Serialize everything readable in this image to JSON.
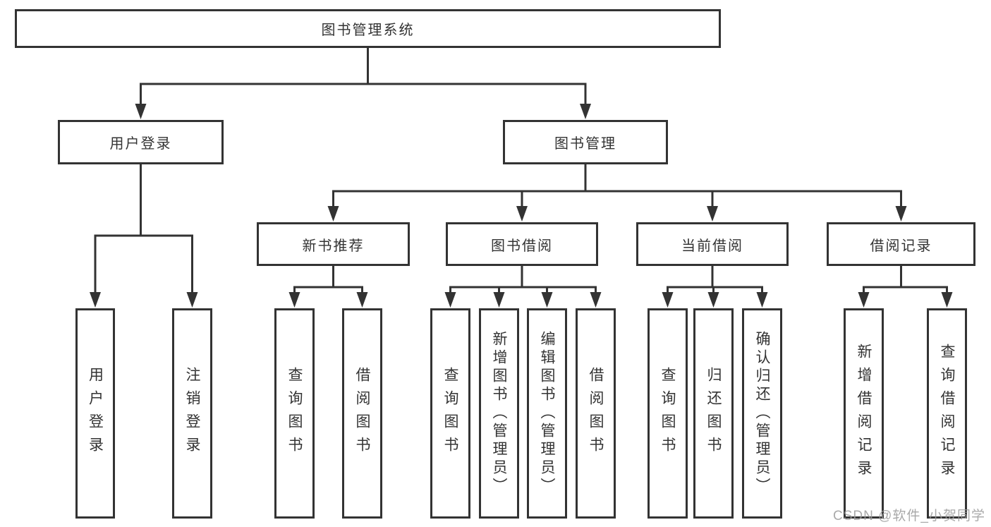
{
  "diagram": {
    "root": "图书管理系统",
    "level2": {
      "user_login": "用户登录",
      "book_management": "图书管理"
    },
    "level3": {
      "new_book_recommend": "新书推荐",
      "book_borrow": "图书借阅",
      "current_borrow": "当前借阅",
      "borrow_records": "借阅记录"
    },
    "leaves": {
      "user_login": "用户登录",
      "logout": "注销登录",
      "query_books_recommend": "查询图书",
      "borrow_books_recommend": "借阅图书",
      "query_books_borrow": "查询图书",
      "add_book_admin": "新增图书（管理员）",
      "edit_book_admin": "编辑图书（管理员）",
      "borrow_books_borrow": "借阅图书",
      "query_books_current": "查询图书",
      "return_book": "归还图书",
      "confirm_return_admin": "确认归还（管理员）",
      "add_borrow_record": "新增借阅记录",
      "query_borrow_record": "查询借阅记录"
    }
  },
  "watermark": "CSDN @软件_小贺同学",
  "colors": {
    "line": "#333333",
    "text": "#333333",
    "watermark": "#9b9b9b",
    "background": "#ffffff"
  }
}
